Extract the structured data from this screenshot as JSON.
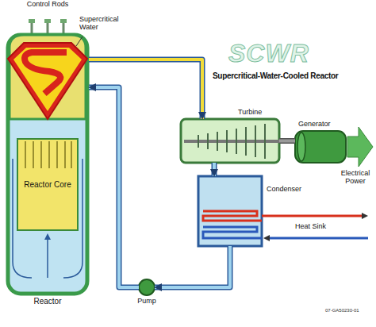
{
  "diagram": {
    "title": "Supercritical-Water-Cooled Reactor",
    "nodes": [
      {
        "text": [
          "Reactor"
        ]
      },
      {
        "text": [
          "Reactor Core"
        ],
        "in": 0
      },
      {
        "text": [
          "Turbine"
        ]
      },
      {
        "text": [
          "Generator"
        ]
      },
      {
        "text": [
          "Condenser"
        ]
      },
      {
        "text": [
          "Pump"
        ]
      }
    ],
    "edges": [
      {
        "from": 0,
        "to": 2,
        "arrow": "to"
      },
      {
        "from": 2,
        "to": 3,
        "arrow": "none"
      },
      {
        "from": 2,
        "to": 4,
        "arrow": "to"
      },
      {
        "from": 4,
        "to": 5,
        "arrow": "to"
      },
      {
        "from": 5,
        "to": 0,
        "arrow": "to"
      }
    ],
    "labels": [
      "Control Rods",
      "Supercritical Water",
      "SCWR",
      "Electrical Power",
      "Heat Sink",
      "07-GA50230-01"
    ]
  }
}
